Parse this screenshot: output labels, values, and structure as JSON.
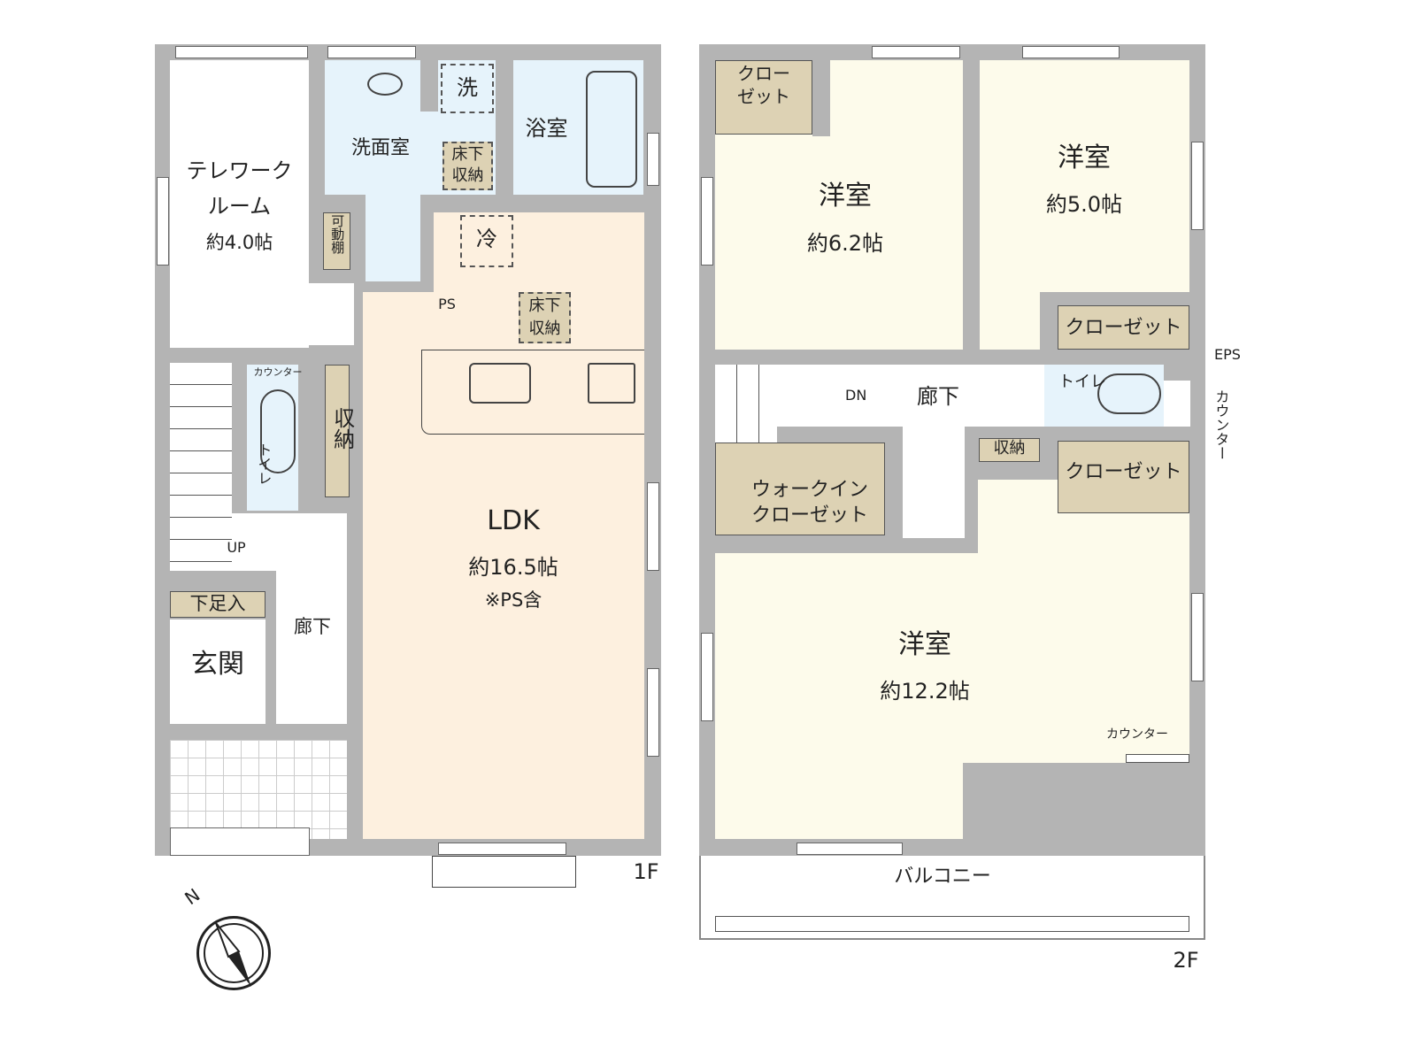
{
  "floor1": {
    "label": "1F",
    "telework": {
      "name_line1": "テレワーク",
      "name_line2": "ルーム",
      "size": "約4.0帖"
    },
    "washroom": "洗面室",
    "washer": "洗",
    "underfloor_storage_wash": {
      "line1": "床下",
      "line2": "収納"
    },
    "bath": "浴室",
    "movable_shelf": "可動棚",
    "fridge": "冷",
    "ps": "PS",
    "underfloor_storage_ldk": {
      "line1": "床下",
      "line2": "収納"
    },
    "ldk": {
      "name": "LDK",
      "size": "約16.5帖",
      "note": "※PS含"
    },
    "storage": "収納",
    "toilet_counter": "カウンター",
    "toilet": "トイレ",
    "stairs_up": "UP",
    "shoe_cabinet": "下足入",
    "hall": "廊下",
    "entrance": "玄関"
  },
  "floor2": {
    "label": "2F",
    "closet_small": {
      "line1": "クロー",
      "line2": "ゼット"
    },
    "western_room_a": {
      "name": "洋室",
      "size": "約6.2帖"
    },
    "western_room_b": {
      "name": "洋室",
      "size": "約5.0帖"
    },
    "closet_b": "クローゼット",
    "eps": "EPS",
    "stairs_down": "DN",
    "hall": "廊下",
    "toilet": "トイレ",
    "toilet_counter": "カウンター",
    "storage": "収納",
    "walk_in_closet": {
      "line1": "ウォークイン",
      "line2": "クローゼット"
    },
    "closet_c": "クローゼット",
    "western_room_c": {
      "name": "洋室",
      "size": "約12.2帖"
    },
    "room_counter": "カウンター",
    "balcony": "バルコニー"
  },
  "compass": {
    "north": "N"
  },
  "colors": {
    "wall": "#b4b4b4",
    "ldk": "#fdf0df",
    "wet_area": "#e6f3fb",
    "storage": "#ddd2b4",
    "room_2f": "#fdfbeb"
  }
}
